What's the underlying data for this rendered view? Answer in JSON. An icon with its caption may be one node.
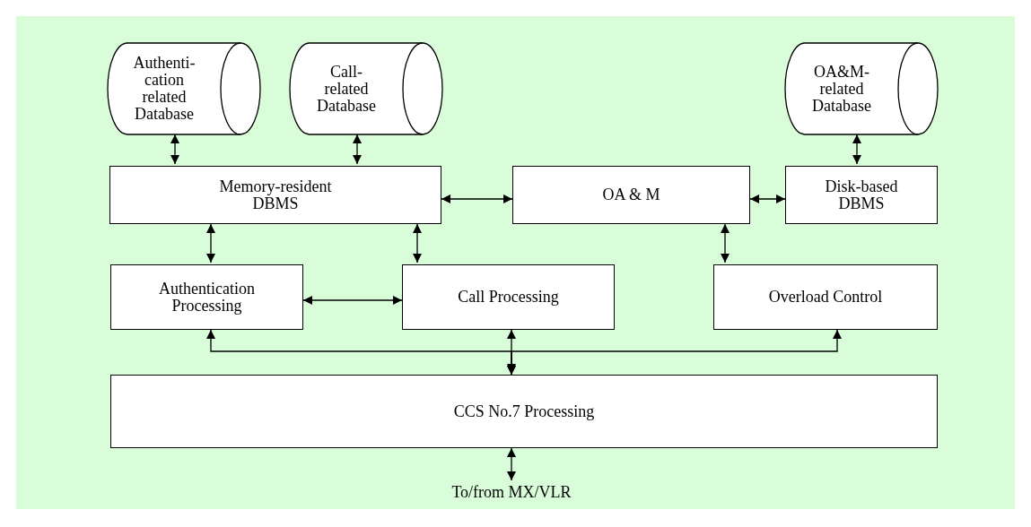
{
  "diagram": {
    "nodes": [
      {
        "text": [
          "Authenti- cation related Database"
        ]
      },
      {
        "text": [
          "Call- related Database"
        ]
      },
      {
        "text": [
          "OA&M- related Database"
        ]
      },
      {
        "text": [
          "Memory-resident DBMS"
        ]
      },
      {
        "text": [
          "OA & M"
        ]
      },
      {
        "text": [
          "Disk-based DBMS"
        ]
      },
      {
        "text": [
          "Authentication Processing"
        ]
      },
      {
        "text": [
          "Call Processing"
        ]
      },
      {
        "text": [
          "Overload Control"
        ]
      },
      {
        "text": [
          "CCS No.7 Processing"
        ]
      },
      {
        "text": [
          "To/from MX/VLR"
        ]
      }
    ],
    "edges": [
      {
        "from": 0,
        "to": 3,
        "arrow": "both"
      },
      {
        "from": 1,
        "to": 3,
        "arrow": "both"
      },
      {
        "from": 2,
        "to": 5,
        "arrow": "both"
      },
      {
        "from": 3,
        "to": 4,
        "arrow": "both"
      },
      {
        "from": 4,
        "to": 5,
        "arrow": "both"
      },
      {
        "from": 3,
        "to": 6,
        "arrow": "both"
      },
      {
        "from": 3,
        "to": 7,
        "arrow": "both"
      },
      {
        "from": 4,
        "to": 8,
        "arrow": "both"
      },
      {
        "from": 6,
        "to": 7,
        "arrow": "both"
      },
      {
        "from": 7,
        "to": 9,
        "arrow": "both"
      },
      {
        "from": 9,
        "to": 6,
        "arrow": "both"
      },
      {
        "from": 9,
        "to": 8,
        "arrow": "both"
      },
      {
        "from": 9,
        "to": 10,
        "arrow": "both"
      }
    ]
  }
}
